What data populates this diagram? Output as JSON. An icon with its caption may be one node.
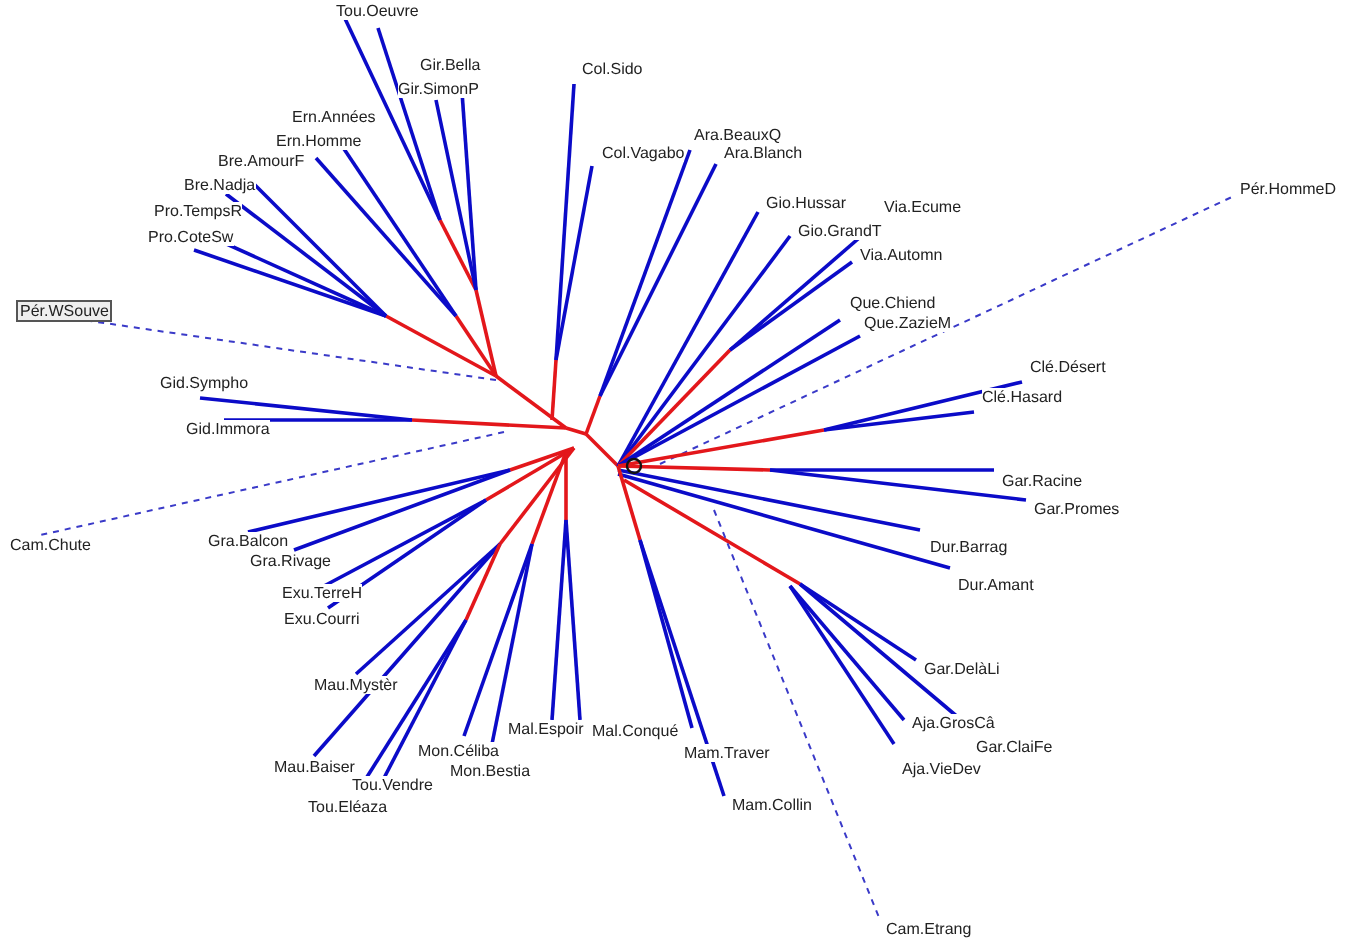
{
  "diagram": {
    "labels": [
      "Tou.Oeuvre",
      "Gir.Bella",
      "Gir.SimonP",
      "Col.Sido",
      "Ern.Années",
      "Ara.BeauxQ",
      "Ern.Homme",
      "Ara.Blanch",
      "Col.Vagabo",
      "Bre.AmourF",
      "Bre.Nadja",
      "Pér.HommeD",
      "Gio.Hussar",
      "Via.Ecume",
      "Pro.TempsR",
      "Gio.GrandT",
      "Pro.CoteSw",
      "Via.Automn",
      "Que.Chiend",
      "Pér.WSouve",
      "Que.ZazieM",
      "Clé.Désert",
      "Gid.Sympho",
      "Clé.Hasard",
      "Gid.Immora",
      "Gar.Racine",
      "Gar.Promes",
      "Cam.Chute",
      "Gra.Balcon",
      "Dur.Barrag",
      "Gra.Rivage",
      "Dur.Amant",
      "Exu.TerreH",
      "Exu.Courri",
      "Gar.DelàLi",
      "Mau.Mystèr",
      "Mal.Espoir",
      "Mal.Conqué",
      "Aja.GrosCâ",
      "Mon.Céliba",
      "Mam.Traver",
      "Gar.ClaiFe",
      "Aja.VieDev",
      "Mau.Baiser",
      "Mon.Bestia",
      "Tou.Vendre",
      "Mam.Collin",
      "Tou.Eléaza",
      "Cam.Etrang"
    ]
  }
}
